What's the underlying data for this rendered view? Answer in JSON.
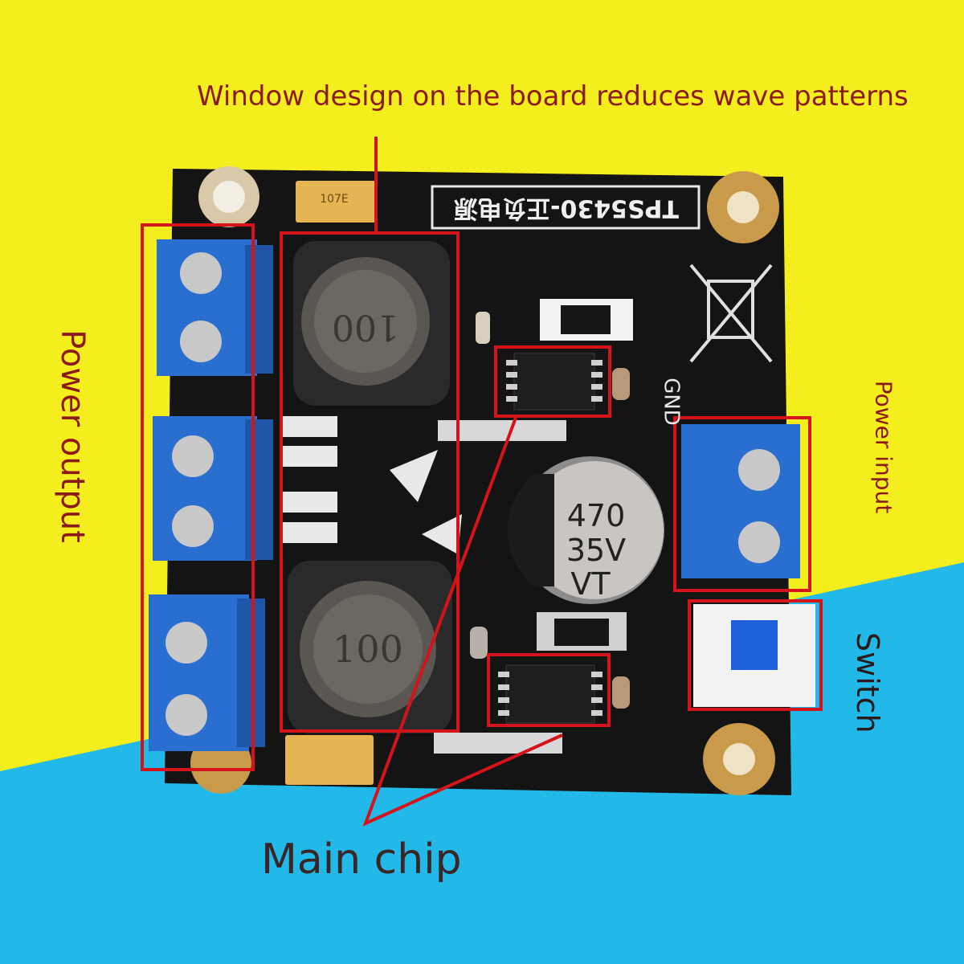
{
  "annotations": {
    "window_design": "Window design on the board reduces wave patterns",
    "power_output": "Power output",
    "power_input": "Power input",
    "switch": "Switch",
    "main_chip": "Main chip"
  },
  "board": {
    "silkscreen_title": "TPS5430-正负电源",
    "gnd_label": "GND",
    "inductor_top_marking": "100",
    "inductor_bottom_marking": "100",
    "cap_line1": "470",
    "cap_line2": "35V",
    "cap_line3": "VT",
    "tantalum_marking": "107E"
  },
  "colors": {
    "background_yellow": "#f4ee1e",
    "background_blue": "#22b8e8",
    "annotation_red": "#d4141a",
    "text_dark_red": "#8b1a1a",
    "pcb_black": "#141414",
    "terminal_blue": "#2a6fd0"
  }
}
